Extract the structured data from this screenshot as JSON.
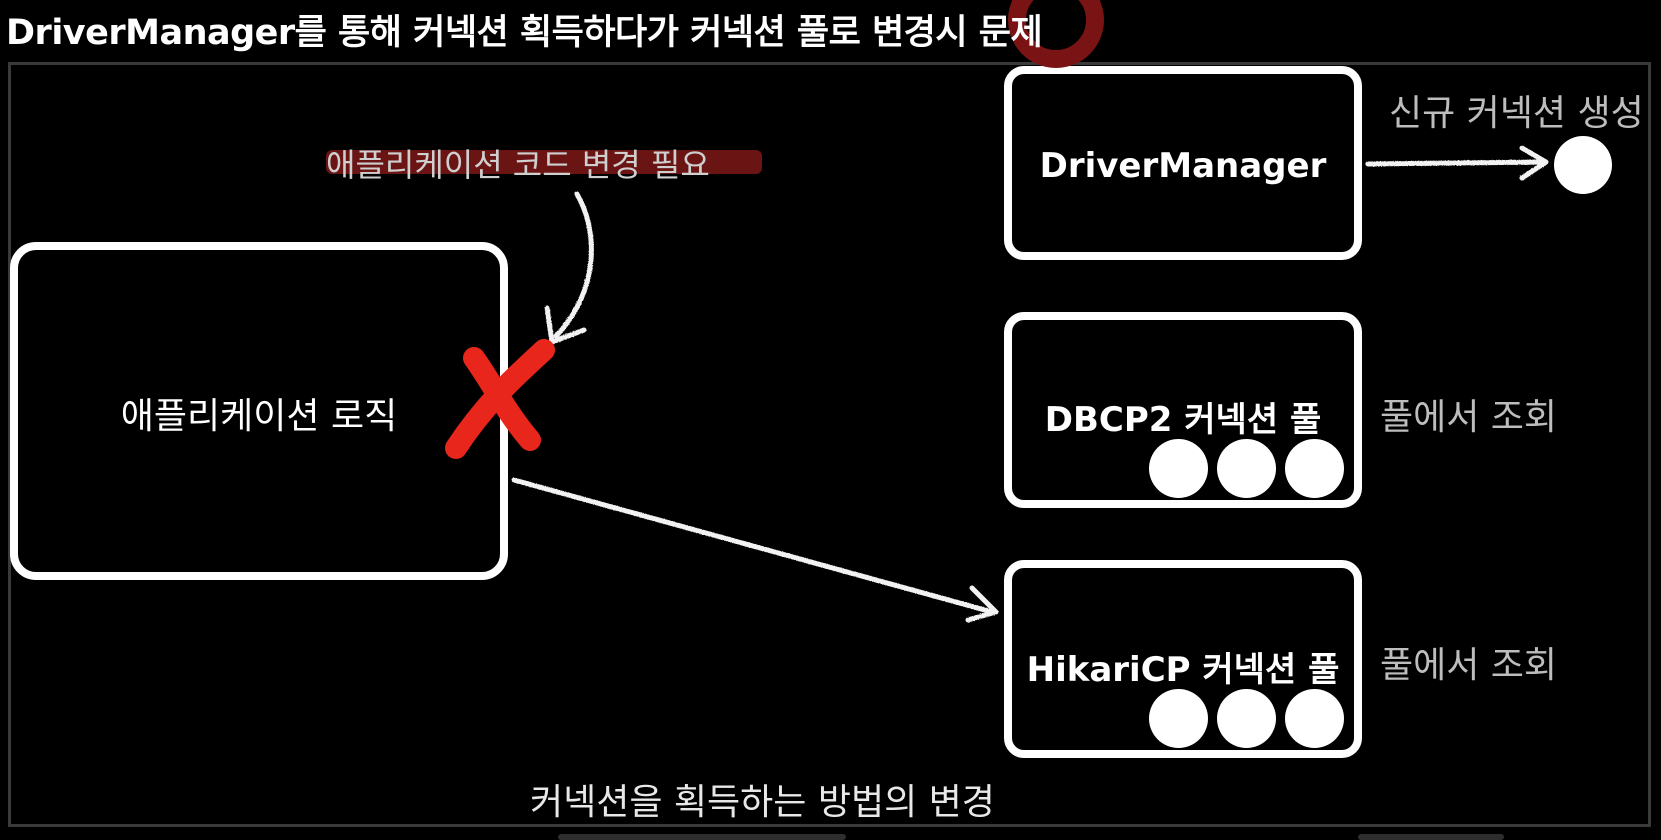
{
  "title": "DriverManager를 통해 커넥션 획득하다가 커넥션 풀로 변경시 문제",
  "diagram": {
    "app_box_label": "애플리케이션 로직",
    "note": "애플리케이션 코드 변경 필요",
    "driver_manager_label": "DriverManager",
    "driver_manager_side": "신규 커넥션 생성",
    "dbcp_label": "DBCP2 커넥션 풀",
    "dbcp_side": "풀에서 조회",
    "hikari_label": "HikariCP 커넥션 풀",
    "hikari_side": "풀에서 조회",
    "caption": "커넥션을 획득하는 방법의 변경"
  },
  "colors": {
    "background": "#000000",
    "box_stroke": "#ffffff",
    "cross": "#e8261b",
    "note_highlight": "#6b1414",
    "title_ring": "#7a1414"
  }
}
